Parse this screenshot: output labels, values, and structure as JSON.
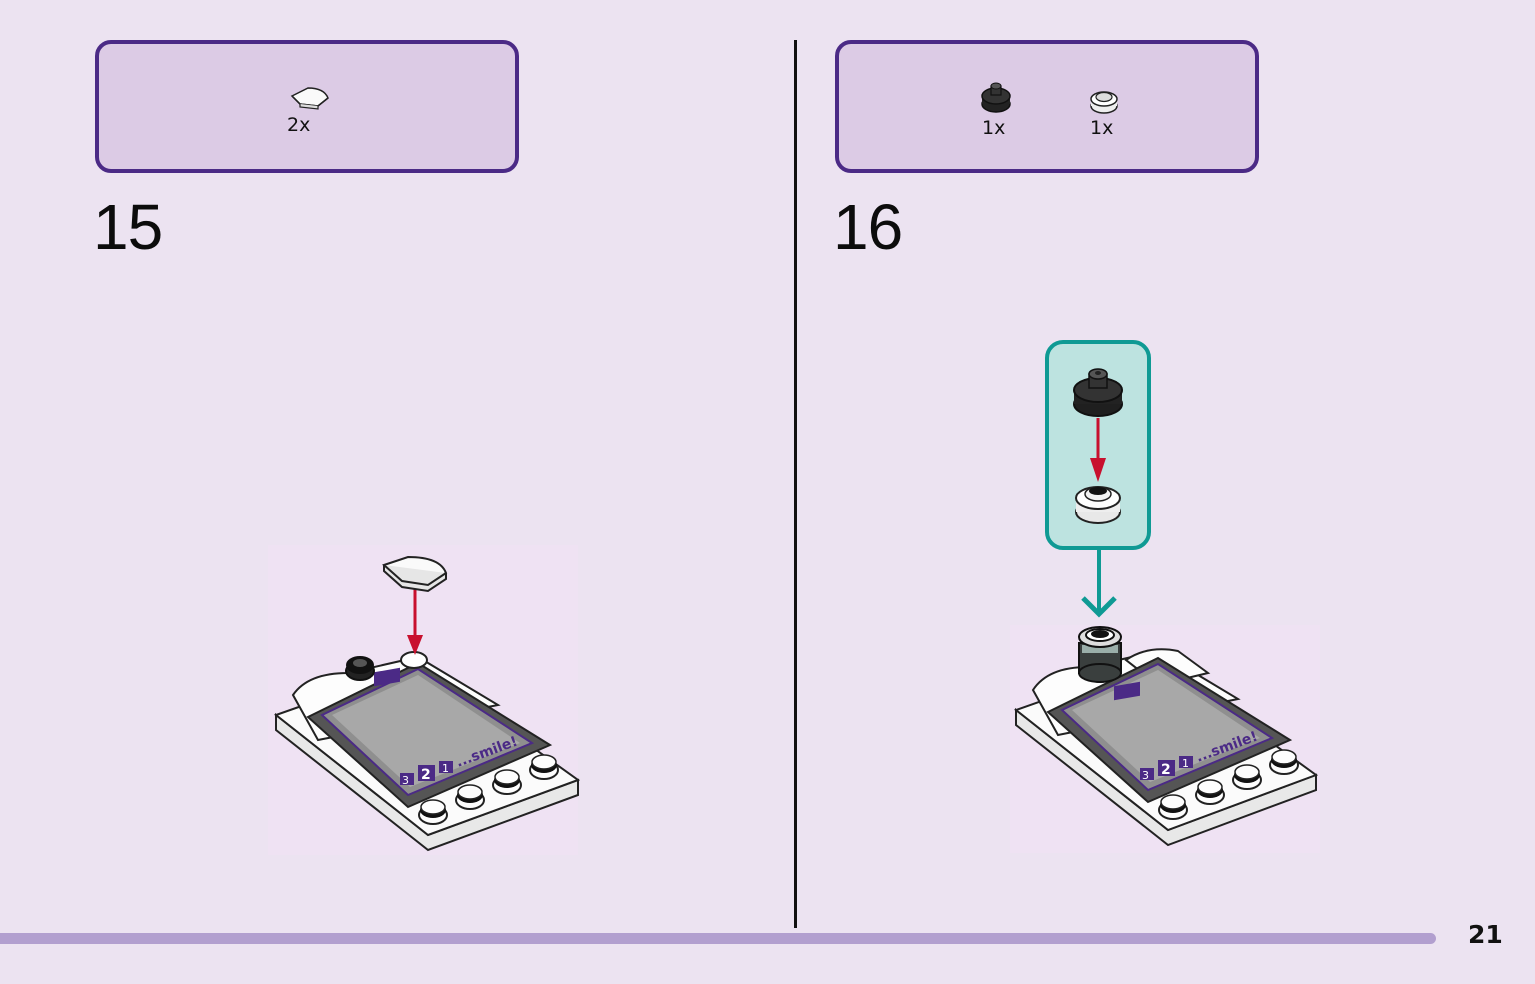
{
  "steps": [
    {
      "number": "15",
      "parts": [
        {
          "qty": "2x",
          "icon": "quarter-round-tile-white-icon"
        }
      ]
    },
    {
      "number": "16",
      "parts": [
        {
          "qty": "1x",
          "icon": "round-plate-black-icon"
        },
        {
          "qty": "1x",
          "icon": "round-plate-white-icon"
        }
      ]
    }
  ],
  "camera_screen": {
    "counter_3": "3",
    "counter_2": "2",
    "counter_1": "1",
    "caption": "...smile!"
  },
  "page_number": "21",
  "colors": {
    "accent": "#4b2a86",
    "box_fill": "#dccbe5",
    "background": "#ece3f1",
    "arrow": "#c8102e",
    "subassembly": "#0f9a94",
    "bar": "#b29fcf"
  }
}
